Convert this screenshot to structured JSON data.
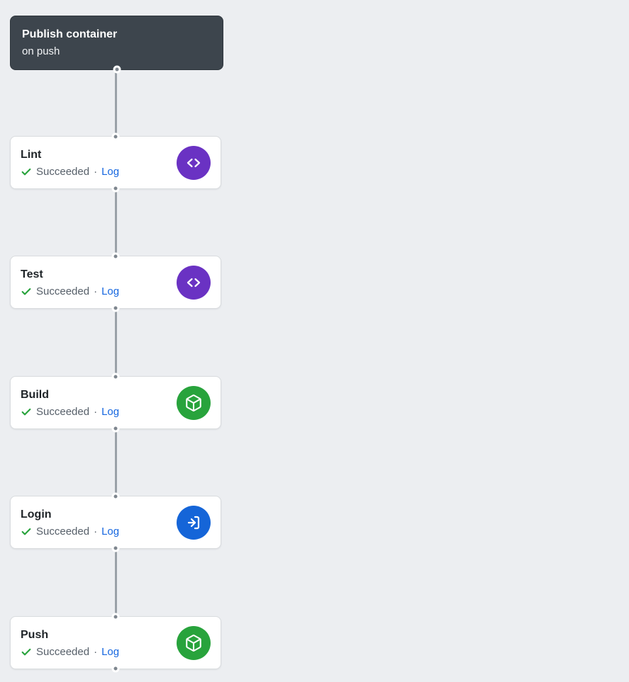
{
  "trigger_card": {
    "title": "Publish container",
    "subtitle": "on push",
    "bg_color": "#3d454d"
  },
  "steps": [
    {
      "name": "Lint",
      "status": "Succeeded",
      "separator": "·",
      "log_link": "Log",
      "icon": "code-icon",
      "icon_bg": "#6a32c3"
    },
    {
      "name": "Test",
      "status": "Succeeded",
      "separator": "·",
      "log_link": "Log",
      "icon": "code-icon",
      "icon_bg": "#6a32c3"
    },
    {
      "name": "Build",
      "status": "Succeeded",
      "separator": "·",
      "log_link": "Log",
      "icon": "package-icon",
      "icon_bg": "#28a33c"
    },
    {
      "name": "Login",
      "status": "Succeeded",
      "separator": "·",
      "log_link": "Log",
      "icon": "sign-in-icon",
      "icon_bg": "#1565d8"
    },
    {
      "name": "Push",
      "status": "Succeeded",
      "separator": "·",
      "log_link": "Log",
      "icon": "package-icon",
      "icon_bg": "#28a33c"
    }
  ],
  "colors": {
    "background": "#eceef1",
    "success_green": "#28a33c",
    "link_blue": "#1667e0",
    "status_text_gray": "#57606a",
    "connector_gray": "#9aa1a8",
    "dot_gray": "#7e868e",
    "purple_icon_bg": "#6a32c3",
    "green_icon_bg": "#28a33c",
    "blue_icon_bg": "#1565d8"
  }
}
